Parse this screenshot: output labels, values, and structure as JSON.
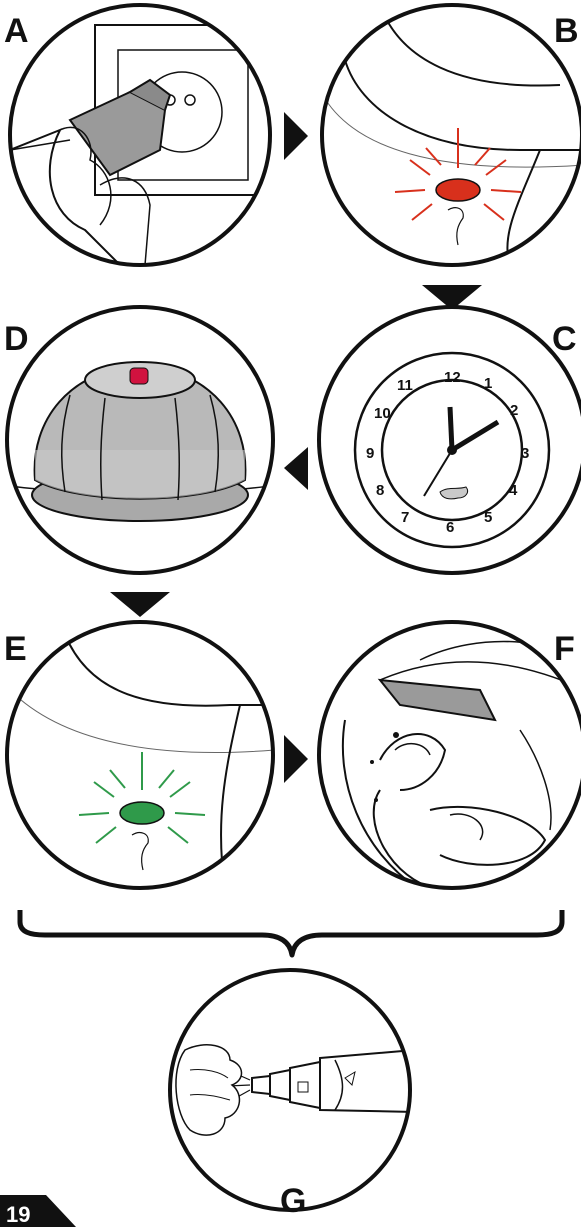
{
  "steps": {
    "a": "A",
    "b": "B",
    "c": "C",
    "d": "D",
    "e": "E",
    "f": "F",
    "g": "G"
  },
  "clock": {
    "numbers": [
      "12",
      "1",
      "2",
      "3",
      "4",
      "5",
      "6",
      "7",
      "8",
      "9",
      "10",
      "11"
    ]
  },
  "page_number": "19",
  "colors": {
    "line": "#111111",
    "indicator_red": "#d8301c",
    "indicator_green": "#2f9a4a",
    "cap_grey": "#b9b9b9",
    "cap_red_knob": "#d1123f",
    "panel_grey": "#d6d6d6"
  }
}
